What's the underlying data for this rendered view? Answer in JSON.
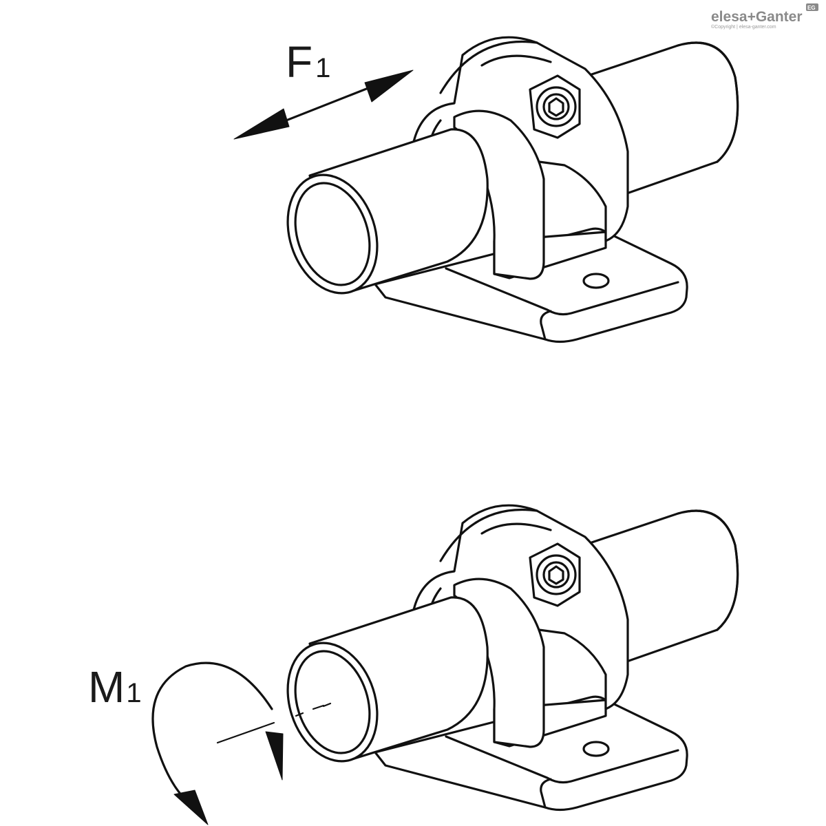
{
  "logo": {
    "brand_left": "elesa",
    "brand_plus": "+",
    "brand_right": "Ganter",
    "badge": "EG",
    "copyright": "©Copyright | elesa-ganter.com"
  },
  "labels": {
    "force_symbol": "F",
    "force_subscript": "1",
    "moment_symbol": "M",
    "moment_subscript": "1"
  },
  "colors": {
    "line": "#111111",
    "logo_gray": "#8a8a8a",
    "background": "#ffffff"
  }
}
